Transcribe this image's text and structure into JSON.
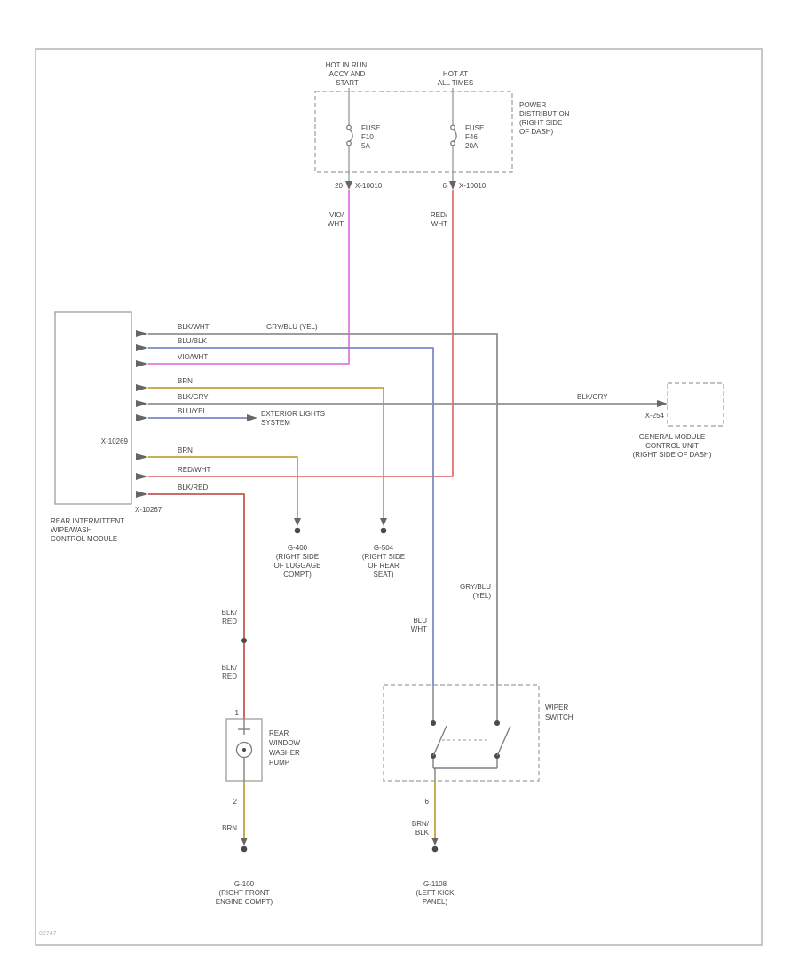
{
  "meta": {
    "footer_code": "02747"
  },
  "colors": {
    "wire_gray": "#909090",
    "wire_blue": "#7d88c8",
    "wire_violet": "#e07ae0",
    "wire_tan": "#c3a23e",
    "wire_red": "#e37372",
    "wire_dark_red": "#c25a55",
    "outline_gray": "#9d9d9d"
  },
  "power": {
    "hot_left": [
      "HOT IN RUN,",
      "ACCY AND",
      "START"
    ],
    "hot_right": [
      "HOT AT",
      "ALL TIMES"
    ],
    "box_label": [
      "POWER",
      "DISTRIBUTION",
      "(RIGHT SIDE",
      "OF DASH)"
    ],
    "fuse_left": [
      "FUSE",
      "F10",
      "5A"
    ],
    "fuse_right": [
      "FUSE",
      "F46",
      "20A"
    ],
    "conn_left": {
      "pin": "20",
      "name": "X-10010"
    },
    "conn_right": {
      "pin": "6",
      "name": "X-10010"
    },
    "wire_left": [
      "VIO/",
      "WHT"
    ],
    "wire_right": [
      "RED/",
      "WHT"
    ]
  },
  "module": {
    "name_lines": [
      "REAR INTERMITTENT",
      "WIPE/WASH",
      "CONTROL MODULE"
    ],
    "conn_upper": "X-10269",
    "conn_lower": "X-10267",
    "row_labels": {
      "blk_wht": "BLK/WHT",
      "gry_blu": "GRY/BLU (YEL)",
      "blu_blk": "BLU/BLK",
      "vio_wht": "VIO/WHT",
      "brn_upper": "BRN",
      "blk_gry": "BLK/GRY",
      "blk_gry_2": "BLK/GRY",
      "blu_yel": "BLU/YEL",
      "brn_lower": "BRN",
      "red_wht": "RED/WHT",
      "blk_red": "BLK/RED"
    }
  },
  "exterior_lights": {
    "label": [
      "EXTERIOR LIGHTS",
      "SYSTEM"
    ]
  },
  "general_module": {
    "conn": "X-254",
    "label": [
      "GENERAL MODULE",
      "CONTROL UNIT",
      "(RIGHT SIDE OF DASH)"
    ]
  },
  "grounds": {
    "g400": {
      "name": "G-400",
      "loc": [
        "(RIGHT SIDE",
        "OF LUGGAGE",
        "COMPT)"
      ]
    },
    "g504": {
      "name": "G-504",
      "loc": [
        "(RIGHT SIDE",
        "OF REAR",
        "SEAT)"
      ]
    },
    "g100": {
      "name": "G-100",
      "loc": [
        "(RIGHT FRONT",
        "ENGINE COMPT)"
      ]
    },
    "g1108": {
      "name": "G-1108",
      "loc": [
        "(LEFT KICK",
        "PANEL)"
      ]
    }
  },
  "washer_pump": {
    "label": [
      "REAR",
      "WINDOW",
      "WASHER",
      "PUMP"
    ],
    "pin_top": "1",
    "pin_bottom": "2",
    "ground_wire": "BRN",
    "wire_labels_upper": [
      "BLK/",
      "RED"
    ],
    "wire_labels_lower": [
      "BLK/",
      "RED"
    ]
  },
  "wiper_switch": {
    "label": [
      "WIPER",
      "SWITCH"
    ],
    "pin_bottom": "6",
    "ground_wire": [
      "BRN/",
      "BLK"
    ],
    "wire_left": [
      "BLU",
      "WHT"
    ],
    "wire_right": [
      "GRY/BLU",
      "(YEL)"
    ]
  }
}
